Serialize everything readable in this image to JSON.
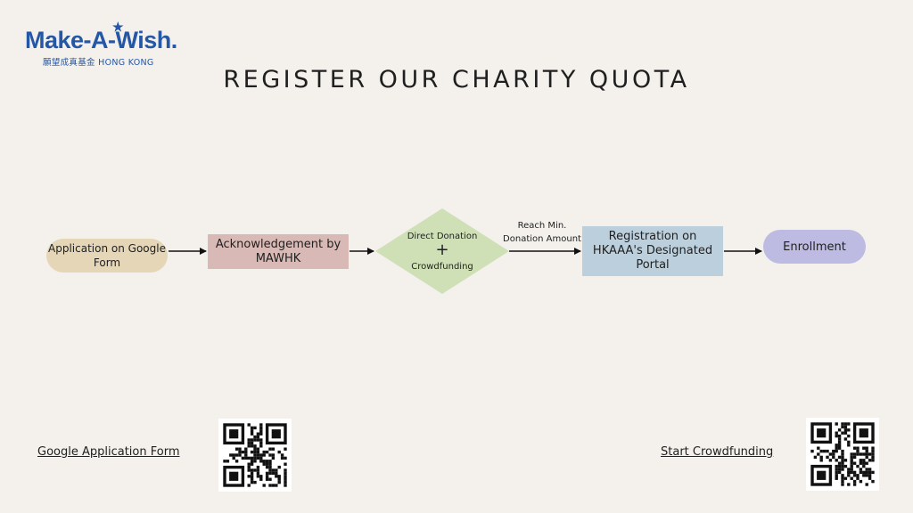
{
  "logo": {
    "main": "Make-A-Wish.",
    "sub": "願望成真基金 HONG KONG",
    "color": "#2457a6"
  },
  "title": "REGISTER OUR CHARITY QUOTA",
  "flow": {
    "application": "Application on Google Form",
    "acknowledgement": "Acknowledgement by MAWHK",
    "donation_top": "Direct Donation",
    "donation_plus": "+",
    "donation_bottom": "Crowdfunding",
    "edge_label": "Reach Min. Donation Amount",
    "registration": "Registration on HKAAA's Designated Portal",
    "enrollment": "Enrollment"
  },
  "colors": {
    "background": "#f4f1ec",
    "application": "#e6d6b8",
    "acknowledgement": "#d9b9b5",
    "donation": "#cfe0b6",
    "registration": "#bccfdd",
    "enrollment": "#bdbbe2"
  },
  "links": {
    "google_form": "Google Application Form",
    "crowdfunding": "Start Crowdfunding"
  }
}
